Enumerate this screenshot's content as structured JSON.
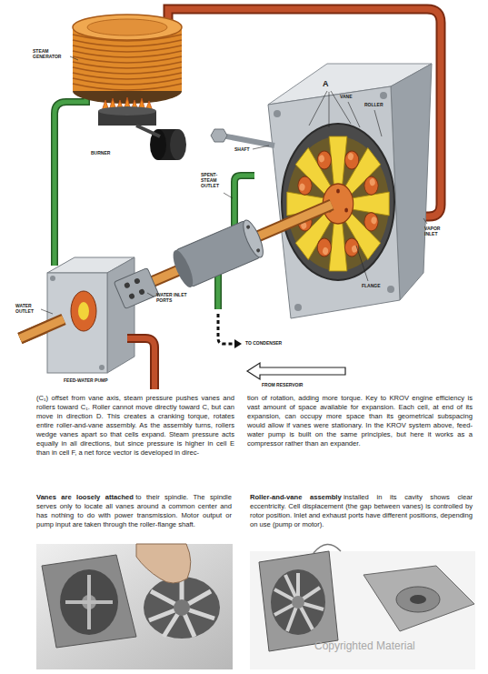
{
  "diagram": {
    "labels": [
      "STEAM GENERATOR",
      "BURNER",
      "A",
      "VANE",
      "ROLLER",
      "SHAFT",
      "SPENT-STEAM OUTLET",
      "VAPOR INLET",
      "FLANGE",
      "WATER OUTLET",
      "WATER INLET PORTS",
      "TO CONDENSER",
      "FEED-WATER PUMP",
      "FROM RESERVOIR",
      "(C₁) offset from vane axis, steam pressure pushes vanes and rollers toward C₁. Roller cannot move directly toward C, but can move in direction D. This creates a cranking torque, rotates entire roller-and-vane assembly. As the assembly turns, rollers wedge vanes apart so that cells expand. Steam pressure acts equally in all directions, but since pressure is higher in cell E than in cell F, a net force vector is developed in direc-",
      "tion of rotation, adding more torque. Key to KROV engine efficiency is vast amount of space available for expansion. Each cell, at end of its expansion, can occupy more space than its geometrical subspacing would allow if vanes were stationary. In the KROV system above, feed-water pump is built on the same principles, but here it works as a compressor rather than an expander.",
      "Vanes are loosely attached",
      "to their spindle. The spindle serves only to locate all vanes around a common center and has nothing to do with power transmission. Motor output or pump input are taken through the roller-flange shaft.",
      "Roller-and-vane assembly",
      "installed in its cavity shows clear eccentricity. Cell displacement (the gap between vanes) is controlled by rotor position. Inlet and exhaust ports have different positions, depending on use (pump or motor).",
      "Copyrighted Material"
    ]
  }
}
